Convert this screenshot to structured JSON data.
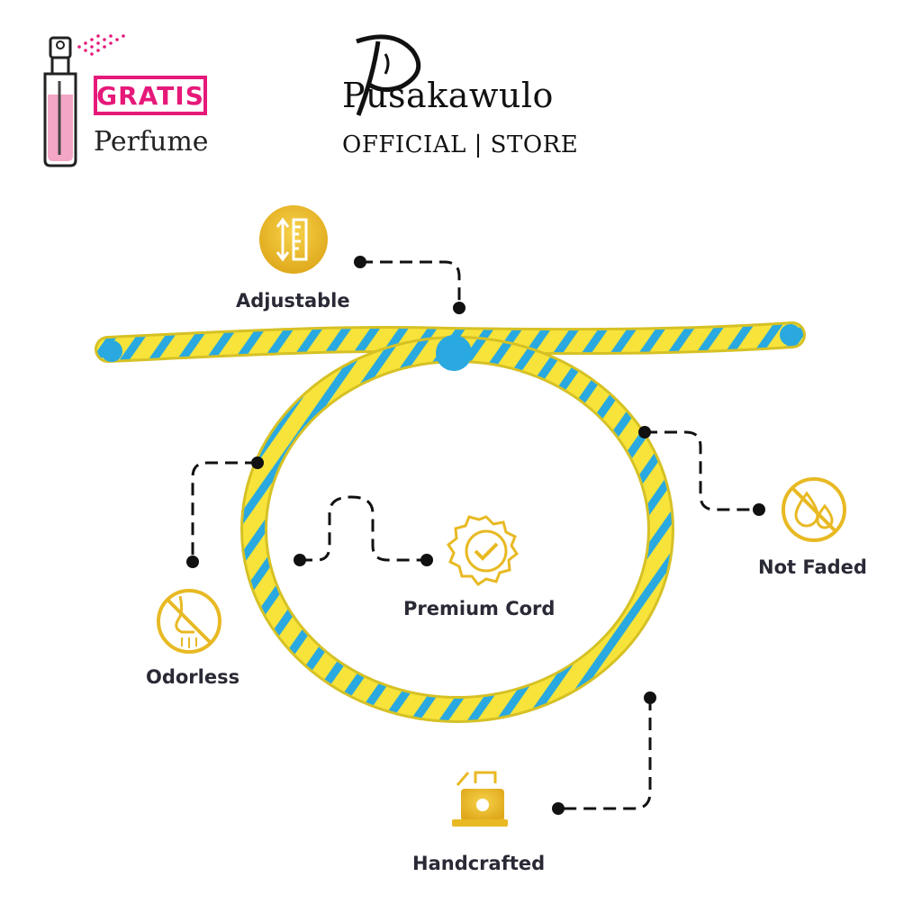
{
  "promo": {
    "badge": "GRATIS",
    "item": "Perfume",
    "icon": "perfume-spray-bottle-icon",
    "accent_color": "#e6197a"
  },
  "brand": {
    "name": "Pusakawulo",
    "subtitle": "OFFICIAL | STORE"
  },
  "product": {
    "type": "braided adjustable cord bracelet",
    "colors": [
      "#f7e33a",
      "#29a9e0"
    ]
  },
  "features": [
    {
      "label": "Adjustable",
      "icon": "ruler-arrows-icon"
    },
    {
      "label": "Not Faded",
      "icon": "no-water-drop-icon"
    },
    {
      "label": "Premium Cord",
      "icon": "quality-badge-check-icon"
    },
    {
      "label": "Odorless",
      "icon": "no-smell-nose-icon"
    },
    {
      "label": "Handcrafted",
      "icon": "sewing-machine-icon"
    }
  ],
  "icon_color": "#e8b923"
}
